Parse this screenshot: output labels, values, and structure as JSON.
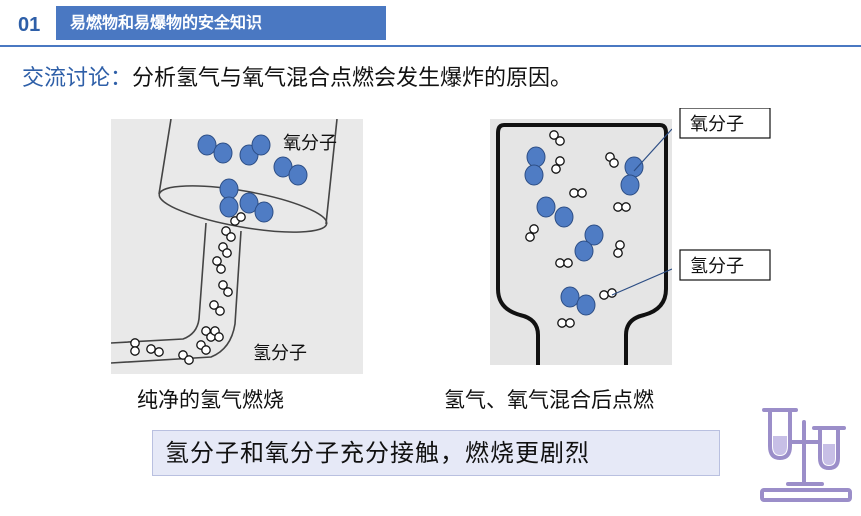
{
  "header": {
    "number": "01",
    "title": "易燃物和易爆物的安全知识"
  },
  "discussion": {
    "label": "交流讨论：",
    "question": "分析氢气与氧气混合点燃会发生爆炸的原因。"
  },
  "figure_left": {
    "oxygen_label": "氧分子",
    "hydrogen_label": "氢分子",
    "caption": "纯净的氢气燃烧"
  },
  "figure_right": {
    "oxygen_label": "氧分子",
    "hydrogen_label": "氢分子",
    "caption": "氢气、氧气混合后点燃"
  },
  "conclusion": "氢分子和氧分子充分接触，燃烧更剧烈",
  "colors": {
    "accent": "#4a78c2",
    "oxygen_molecule": "#4f7cc4",
    "conclusion_bg": "#e6e9f7",
    "lab_icon": "#9b8ec9"
  },
  "icons": {
    "lab": "test-tube-rack-icon"
  }
}
